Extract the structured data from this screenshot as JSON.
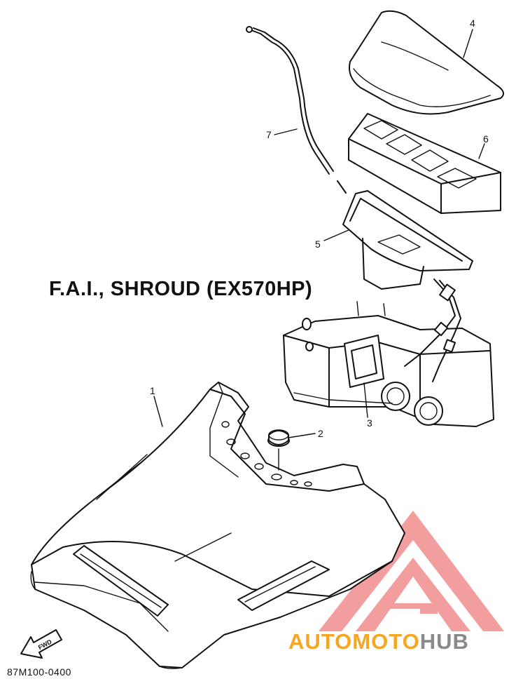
{
  "diagram": {
    "title": "F.A.I., SHROUD (EX570HP)",
    "drawing_code": "87M100-0400",
    "front_arrow_label": "FWD",
    "callouts": [
      {
        "id": "1",
        "text": "1"
      },
      {
        "id": "2",
        "text": "2"
      },
      {
        "id": "3",
        "text": "3"
      },
      {
        "id": "4",
        "text": "4"
      },
      {
        "id": "5",
        "text": "5"
      },
      {
        "id": "6",
        "text": "6"
      },
      {
        "id": "7",
        "text": "7"
      }
    ]
  },
  "watermark": {
    "part_auto": "AUTO",
    "part_moto": "MOTO",
    "part_hub": "HUB",
    "colors": {
      "red": "#e8504f",
      "orange": "#f5a623",
      "gray": "#8a8a8a"
    }
  }
}
